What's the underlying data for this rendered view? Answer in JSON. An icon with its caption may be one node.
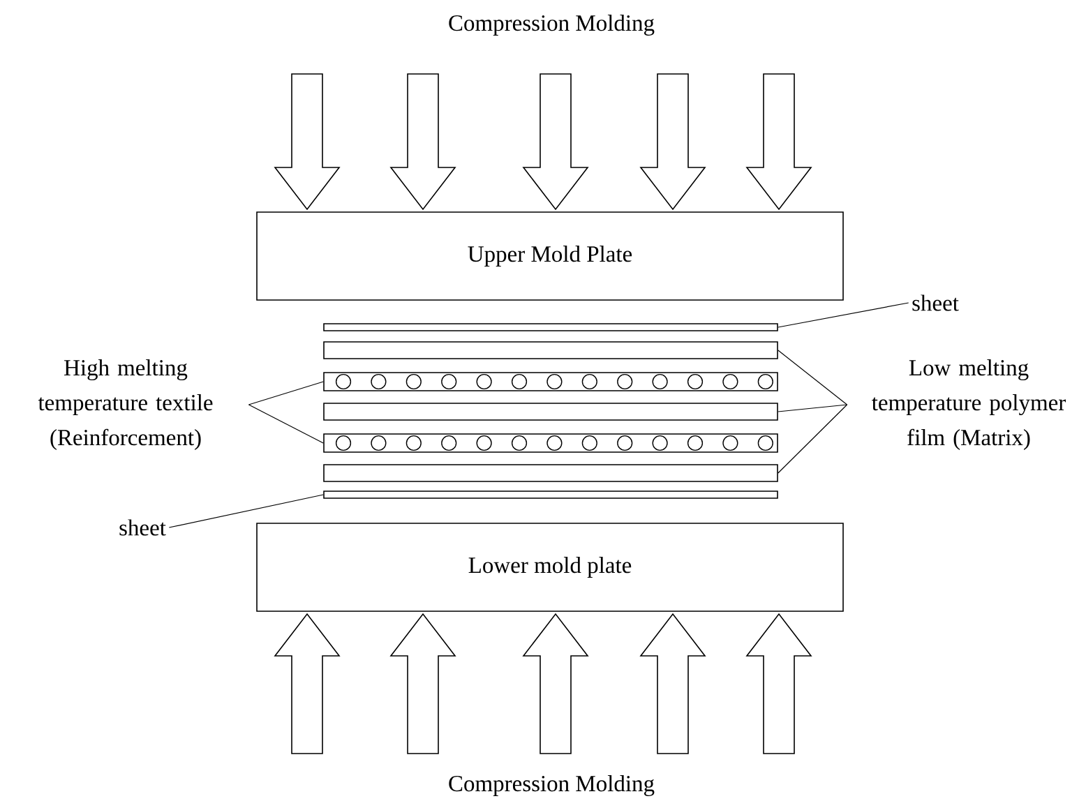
{
  "diagram": {
    "nodes": [
      {
        "text": [
          "Upper Mold Plate"
        ]
      },
      {
        "text": [
          "Lower mold plate"
        ]
      },
      {
        "text": [],
        "shape": "box"
      },
      {
        "text": [],
        "shape": "box"
      },
      {
        "text": [],
        "shape": "box"
      },
      {
        "text": [],
        "shape": "box"
      },
      {
        "text": [],
        "shape": "box"
      },
      {
        "text": [],
        "shape": "box"
      },
      {
        "text": [],
        "shape": "box"
      },
      {
        "text": [
          "sheet"
        ]
      },
      {
        "text": [
          "High melting temperature textile (Reinforcement)"
        ]
      },
      {
        "text": [
          "Low melting temperature polymer film (Matrix)"
        ]
      },
      {
        "text": [
          "sheet"
        ]
      }
    ],
    "edges": [
      {
        "from": 9,
        "to": 2,
        "arrow": "none"
      },
      {
        "from": 10,
        "to": 4,
        "arrow": "none"
      },
      {
        "from": 10,
        "to": 6,
        "arrow": "none"
      },
      {
        "from": 11,
        "to": 3,
        "arrow": "none"
      },
      {
        "from": 11,
        "to": 5,
        "arrow": "none"
      },
      {
        "from": 11,
        "to": 7,
        "arrow": "none"
      },
      {
        "from": 12,
        "to": 8,
        "arrow": "none"
      }
    ],
    "labels": [
      "Compression Molding",
      "Compression Molding"
    ]
  }
}
